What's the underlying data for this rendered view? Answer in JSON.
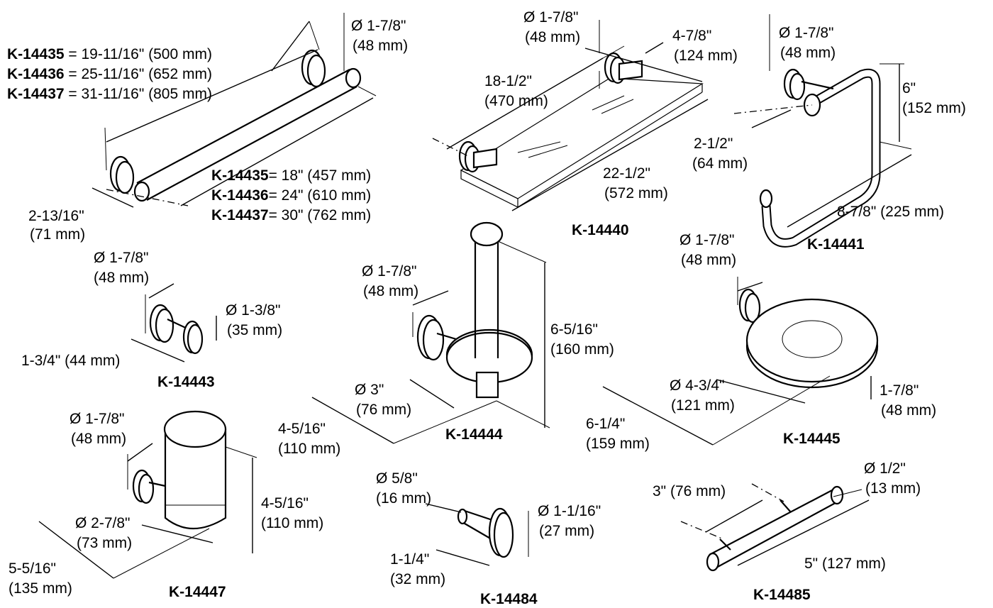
{
  "towel_bar": {
    "overall_lengths": [
      {
        "model": "K-14435",
        "value": "= 19-11/16\" (500 mm)"
      },
      {
        "model": "K-14436",
        "value": "= 25-11/16\" (652 mm)"
      },
      {
        "model": "K-14437",
        "value": "= 31-11/16\" (805 mm)"
      }
    ],
    "center_lengths": [
      {
        "model": "K-14435",
        "value": "= 18\" (457 mm)"
      },
      {
        "model": "K-14436",
        "value": "= 24\" (610 mm)"
      },
      {
        "model": "K-14437",
        "value": "= 30\" (762 mm)"
      }
    ],
    "diameter": [
      "Ø 1-7/8\"",
      "(48 mm)"
    ],
    "projection": [
      "2-13/16\"",
      "(71 mm)"
    ]
  },
  "k14440": {
    "model": "K-14440",
    "diameter": [
      "Ø 1-7/8\"",
      "(48 mm)"
    ],
    "depth": [
      "4-7/8\"",
      "(124 mm)"
    ],
    "shelf_length": [
      "18-1/2\"",
      "(470 mm)"
    ],
    "overall_length": [
      "22-1/2\"",
      "(572 mm)"
    ]
  },
  "k14441": {
    "model": "K-14441",
    "diameter": [
      "Ø 1-7/8\"",
      "(48 mm)"
    ],
    "height": [
      "6\"",
      "(152 mm)"
    ],
    "projection": [
      "2-1/2\"",
      "(64 mm)"
    ],
    "width": "8-7/8\" (225 mm)"
  },
  "k14443": {
    "model": "K-14443",
    "diameter": [
      "Ø 1-7/8\"",
      "(48 mm)"
    ],
    "knob": [
      "Ø 1-3/8\"",
      "(35 mm)"
    ],
    "projection": "1-3/4\" (44 mm)"
  },
  "k14444": {
    "model": "K-14444",
    "diameter": [
      "Ø 1-7/8\"",
      "(48 mm)"
    ],
    "height": [
      "6-5/16\"",
      "(160 mm)"
    ],
    "disc": [
      "Ø 3\"",
      "(76 mm)"
    ],
    "projection": [
      "4-5/16\"",
      "(110 mm)"
    ]
  },
  "k14445": {
    "model": "K-14445",
    "diameter": [
      "Ø 1-7/8\"",
      "(48 mm)"
    ],
    "dish": [
      "Ø 4-3/4\"",
      "(121 mm)"
    ],
    "height": [
      "1-7/8\"",
      "(48 mm)"
    ],
    "projection": [
      "6-1/4\"",
      "(159 mm)"
    ]
  },
  "k14447": {
    "model": "K-14447",
    "diameter": [
      "Ø 1-7/8\"",
      "(48 mm)"
    ],
    "tumbler": [
      "Ø 2-7/8\"",
      "(73 mm)"
    ],
    "height": [
      "4-5/16\"",
      "(110 mm)"
    ],
    "projection": [
      "5-5/16\"",
      "(135 mm)"
    ]
  },
  "k14484": {
    "model": "K-14484",
    "post": [
      "Ø 5/8\"",
      "(16 mm)"
    ],
    "cap": [
      "Ø 1-1/16\"",
      "(27 mm)"
    ],
    "projection": [
      "1-1/4\"",
      "(32 mm)"
    ]
  },
  "k14485": {
    "model": "K-14485",
    "spacing": "3\" (76 mm)",
    "diameter": [
      "Ø 1/2\"",
      "(13 mm)"
    ],
    "length": "5\" (127 mm)"
  }
}
